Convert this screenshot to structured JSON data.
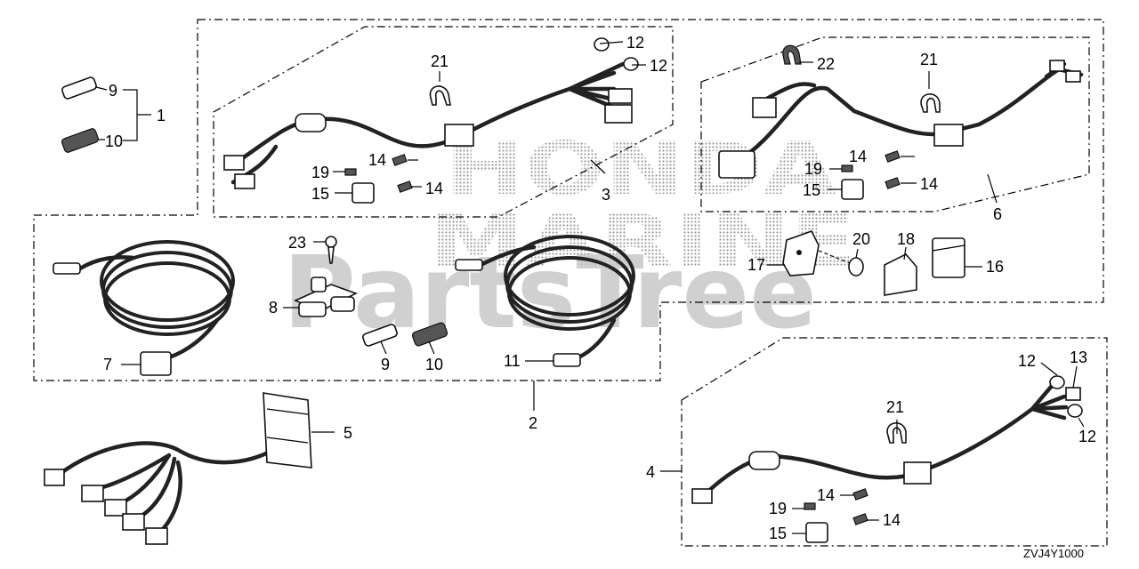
{
  "watermark": {
    "honda": "HONDA",
    "marine": "MARINE",
    "brand": "PartsTree"
  },
  "diagram_code": "ZVJ4Y1000",
  "callouts": {
    "c1": "1",
    "c2": "2",
    "c3": "3",
    "c4": "4",
    "c5": "5",
    "c6": "6",
    "c7": "7",
    "c8": "8",
    "c9a": "9",
    "c9b": "9",
    "c10a": "10",
    "c10b": "10",
    "c11": "11",
    "c12a": "12",
    "c12b": "12",
    "c12c": "12",
    "c12d": "12",
    "c13": "13",
    "c14a": "14",
    "c14b": "14",
    "c14c": "14",
    "c14d": "14",
    "c14e": "14",
    "c14f": "14",
    "c15a": "15",
    "c15b": "15",
    "c15c": "15",
    "c16": "16",
    "c17": "17",
    "c18": "18",
    "c19a": "19",
    "c19b": "19",
    "c19c": "19",
    "c20": "20",
    "c21a": "21",
    "c21b": "21",
    "c21c": "21",
    "c22": "22",
    "c23": "23"
  }
}
